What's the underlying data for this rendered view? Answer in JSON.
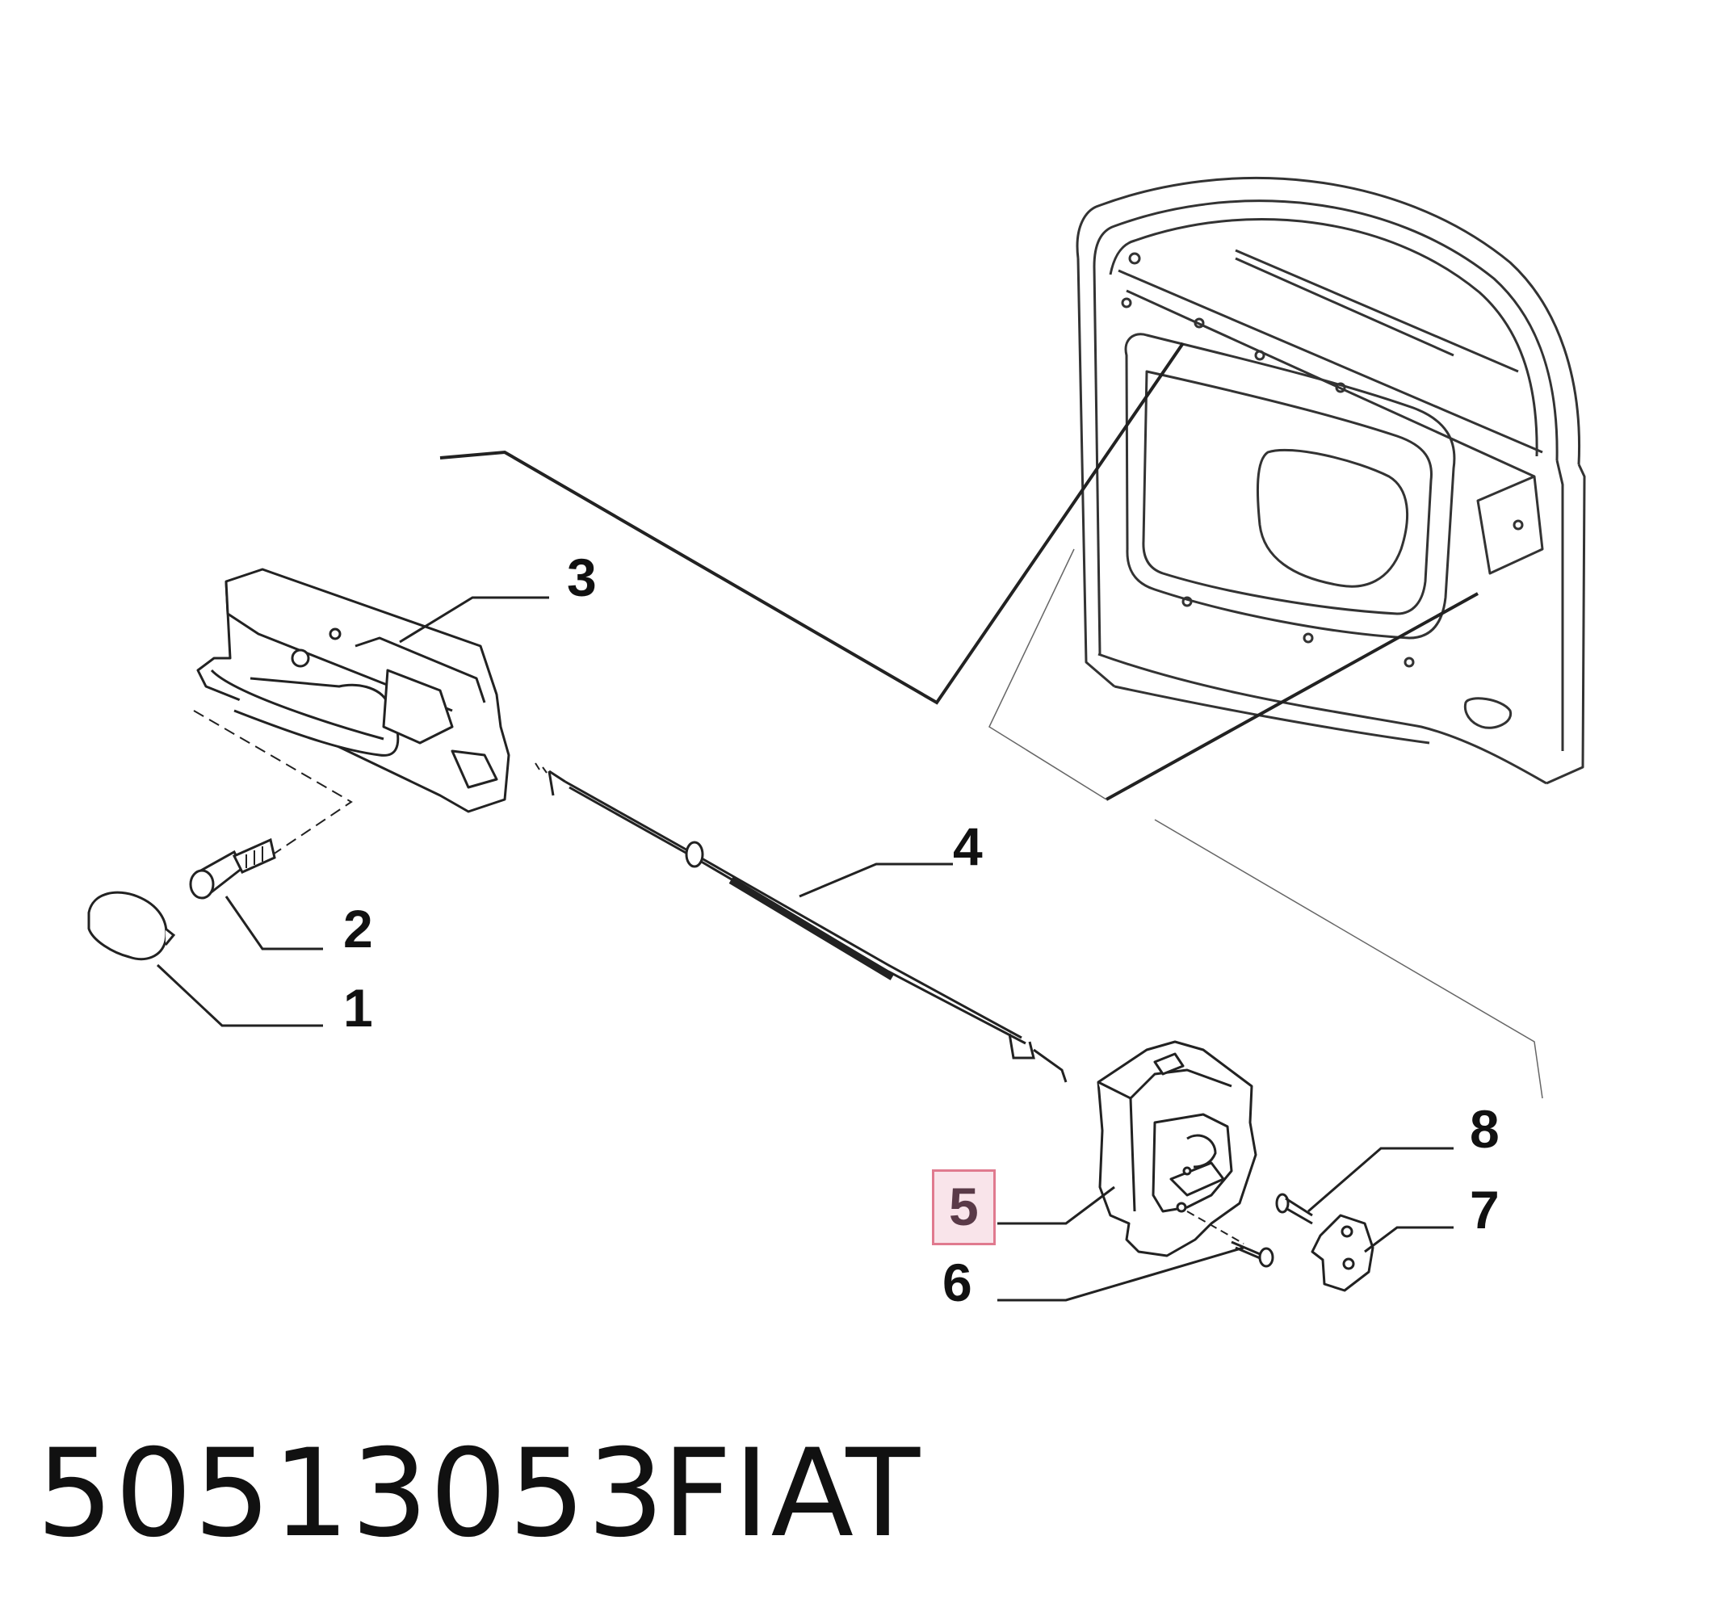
{
  "diagram": {
    "callouts": {
      "c1": "1",
      "c2": "2",
      "c3": "3",
      "c4": "4",
      "c5": "5",
      "c6": "6",
      "c7": "7",
      "c8": "8"
    },
    "highlighted_callout": "5",
    "highlight_color": "#e07a8f"
  },
  "footer": {
    "part_number": "50513053",
    "brand": "FIAT"
  }
}
